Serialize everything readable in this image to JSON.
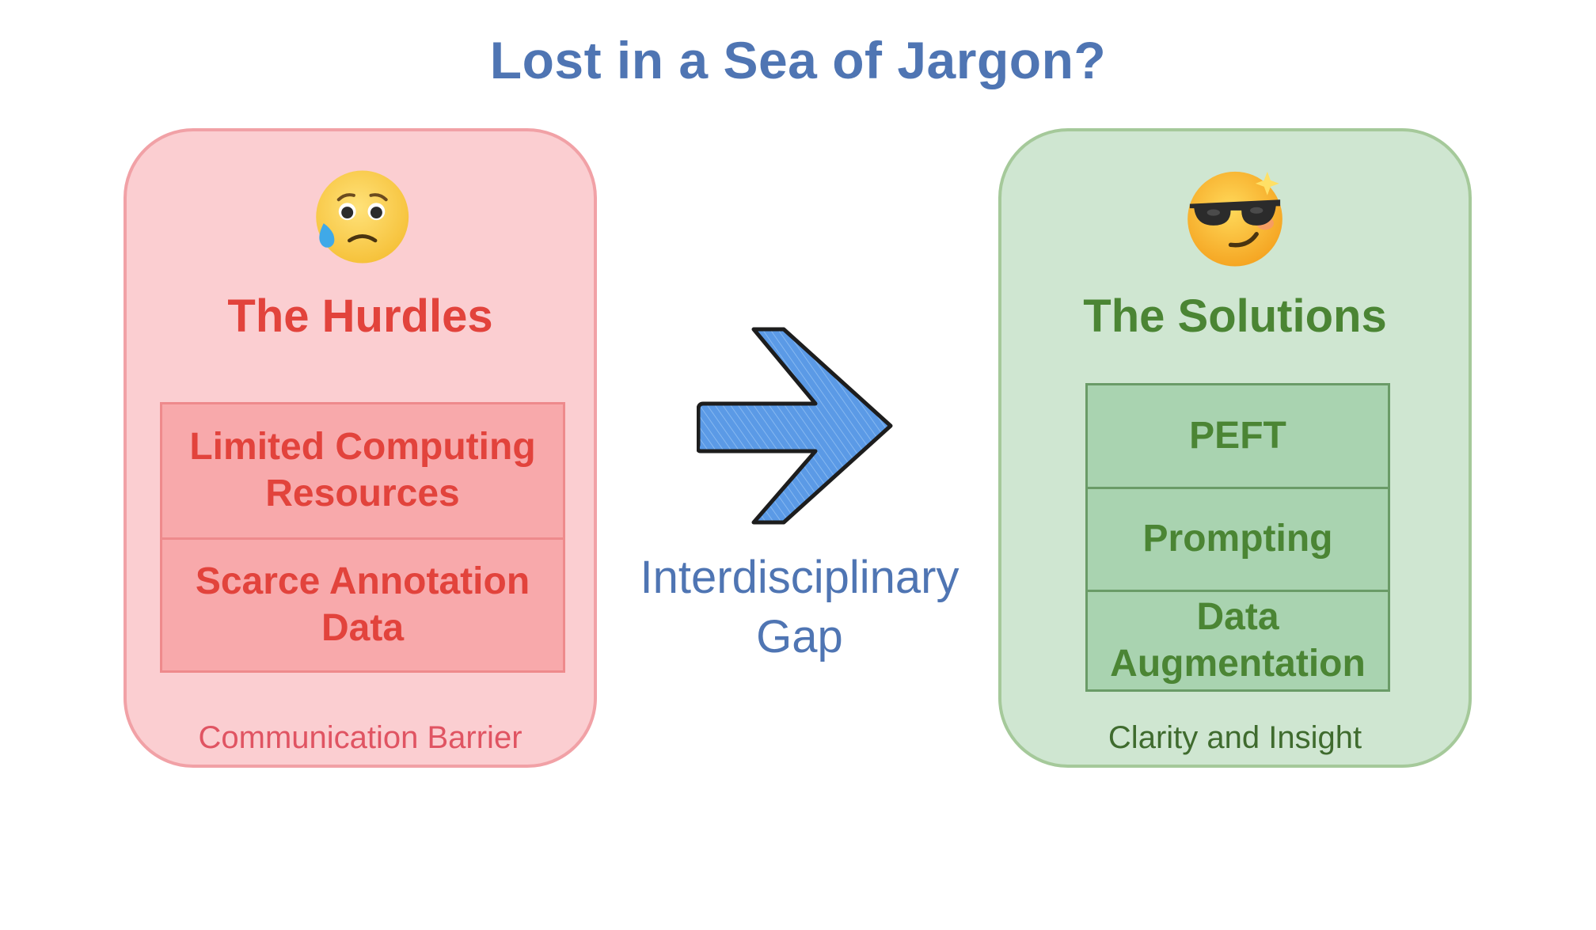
{
  "title": "Lost in a Sea of Jargon?",
  "hurdles": {
    "emoji": "sad-face-with-tear-icon",
    "title": "The Hurdles",
    "items": [
      {
        "label": "Limited Computing Resources"
      },
      {
        "label": "Scarce Annotation Data"
      }
    ],
    "footer": "Communication Barrier",
    "colors": {
      "fill": "#fbced1",
      "border": "#f1a1a6",
      "text": "#e2433c"
    }
  },
  "arrow": {
    "icon": "right-arrow-icon",
    "label_lines": [
      "Interdisciplinary",
      "Gap"
    ],
    "color": "#5b9ae6"
  },
  "solutions": {
    "emoji": "cool-sunglasses-face-icon",
    "title": "The Solutions",
    "items": [
      {
        "label": "PEFT"
      },
      {
        "label": "Prompting"
      },
      {
        "label": "Data Augmentation"
      }
    ],
    "footer": "Clarity and Insight",
    "colors": {
      "fill": "#cfe6d1",
      "border": "#a5c99a",
      "text": "#4b8534"
    }
  }
}
